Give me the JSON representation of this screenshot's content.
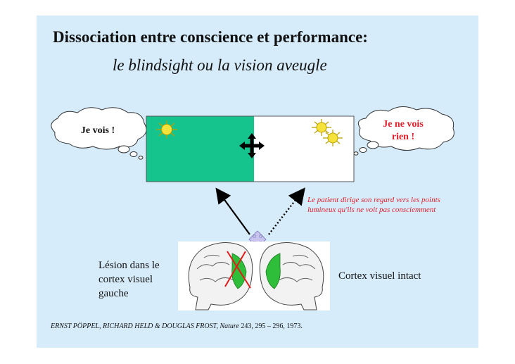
{
  "title": "Dissociation entre conscience et performance:",
  "subtitle": "le blindsight ou la vision aveugle",
  "bubble_left": "Je vois !",
  "bubble_right_line1": "Je ne vois",
  "bubble_right_line2": "rien !",
  "note": "Le patient dirige son regard vers les points lumineux qu'ils ne voit pas consciemment",
  "label_left": "Lésion dans le cortex visuel gauche",
  "label_right": "Cortex visuel intact",
  "citation_authors": "ERNST PÖPPEL, RICHARD HELD & DOUGLAS FROST,",
  "citation_journal": "Nature",
  "citation_ref": "243, 295 – 296, 1973.",
  "colors": {
    "background": "#d6ecfb",
    "green_field": "#15c48c",
    "note_red": "#e01e2a",
    "sun": "#f5e23a",
    "cross_arrow": "#c8c4ee"
  }
}
